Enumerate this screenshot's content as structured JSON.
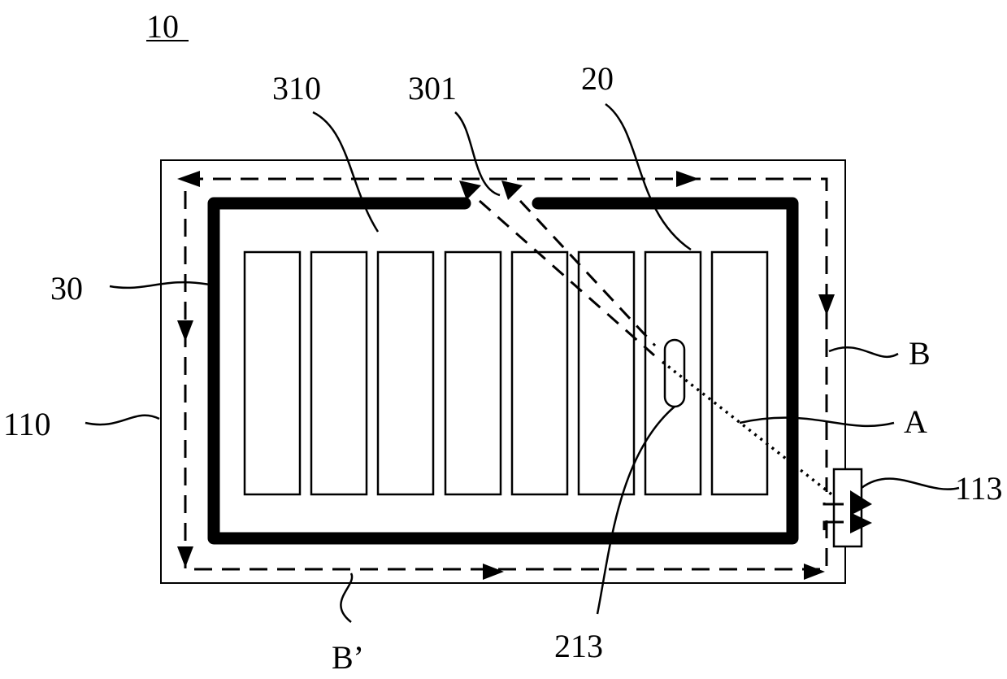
{
  "figure": {
    "title_ref": "10",
    "labels": {
      "frame_gap_region": "310",
      "slot": "301",
      "cell": "20",
      "frame": "30",
      "outer_housing": "110",
      "path_b": "B",
      "path_a": "A",
      "connector": "113",
      "sensor": "213",
      "path_b_prime": "B’"
    }
  },
  "colors": {
    "ink": "#000000",
    "background": "#ffffff"
  }
}
